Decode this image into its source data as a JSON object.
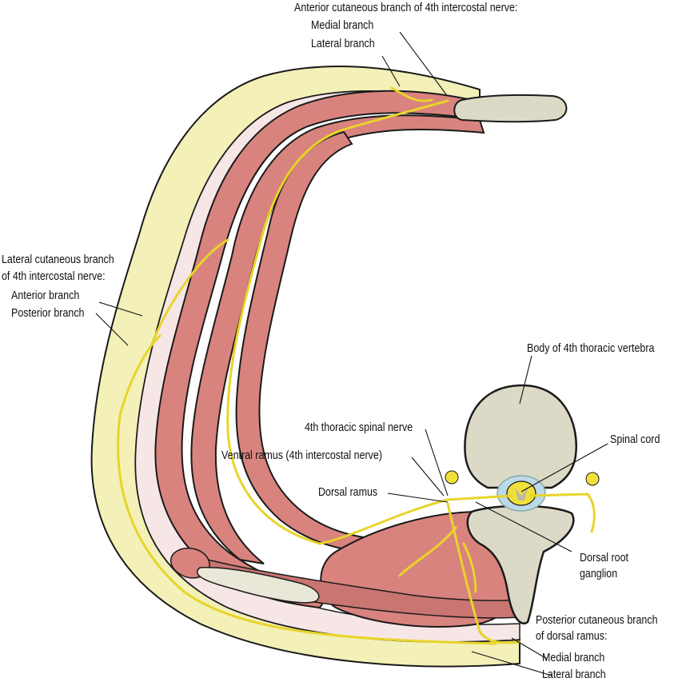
{
  "figure": {
    "subject": "Cross-section of thoracic wall showing course of the 4th intercostal nerve",
    "colors": {
      "muscle": "#d9837e",
      "muscle_dark": "#c06a66",
      "fat": "#f3f0b8",
      "fascia": "#f6e6e6",
      "bone": "#dcd9c6",
      "nerve": "#f2e03a",
      "csf": "#bcd9e8",
      "outline": "#1a1a1a"
    }
  },
  "labels": {
    "anterior_cutaneous_title": "Anterior cutaneous branch of 4th intercostal nerve:",
    "anterior_medial": "Medial branch",
    "anterior_lateral": "Lateral branch",
    "lateral_cutaneous_title_1": "Lateral cutaneous branch",
    "lateral_cutaneous_title_2": "of 4th intercostal nerve:",
    "lateral_anterior": "Anterior branch",
    "lateral_posterior": "Posterior branch",
    "vertebra_body": "Body of 4th thoracic vertebra",
    "spinal_cord": "Spinal cord",
    "spinal_nerve": "4th thoracic spinal nerve",
    "ventral_ramus": "Ventral ramus (4th intercostal nerve)",
    "dorsal_ramus": "Dorsal ramus",
    "drg_1": "Dorsal root",
    "drg_2": "ganglion",
    "posterior_cutaneous_title_1": "Posterior cutaneous branch",
    "posterior_cutaneous_title_2": "of dorsal ramus:",
    "posterior_medial": "Medial branch",
    "posterior_lateral": "Lateral branch"
  }
}
